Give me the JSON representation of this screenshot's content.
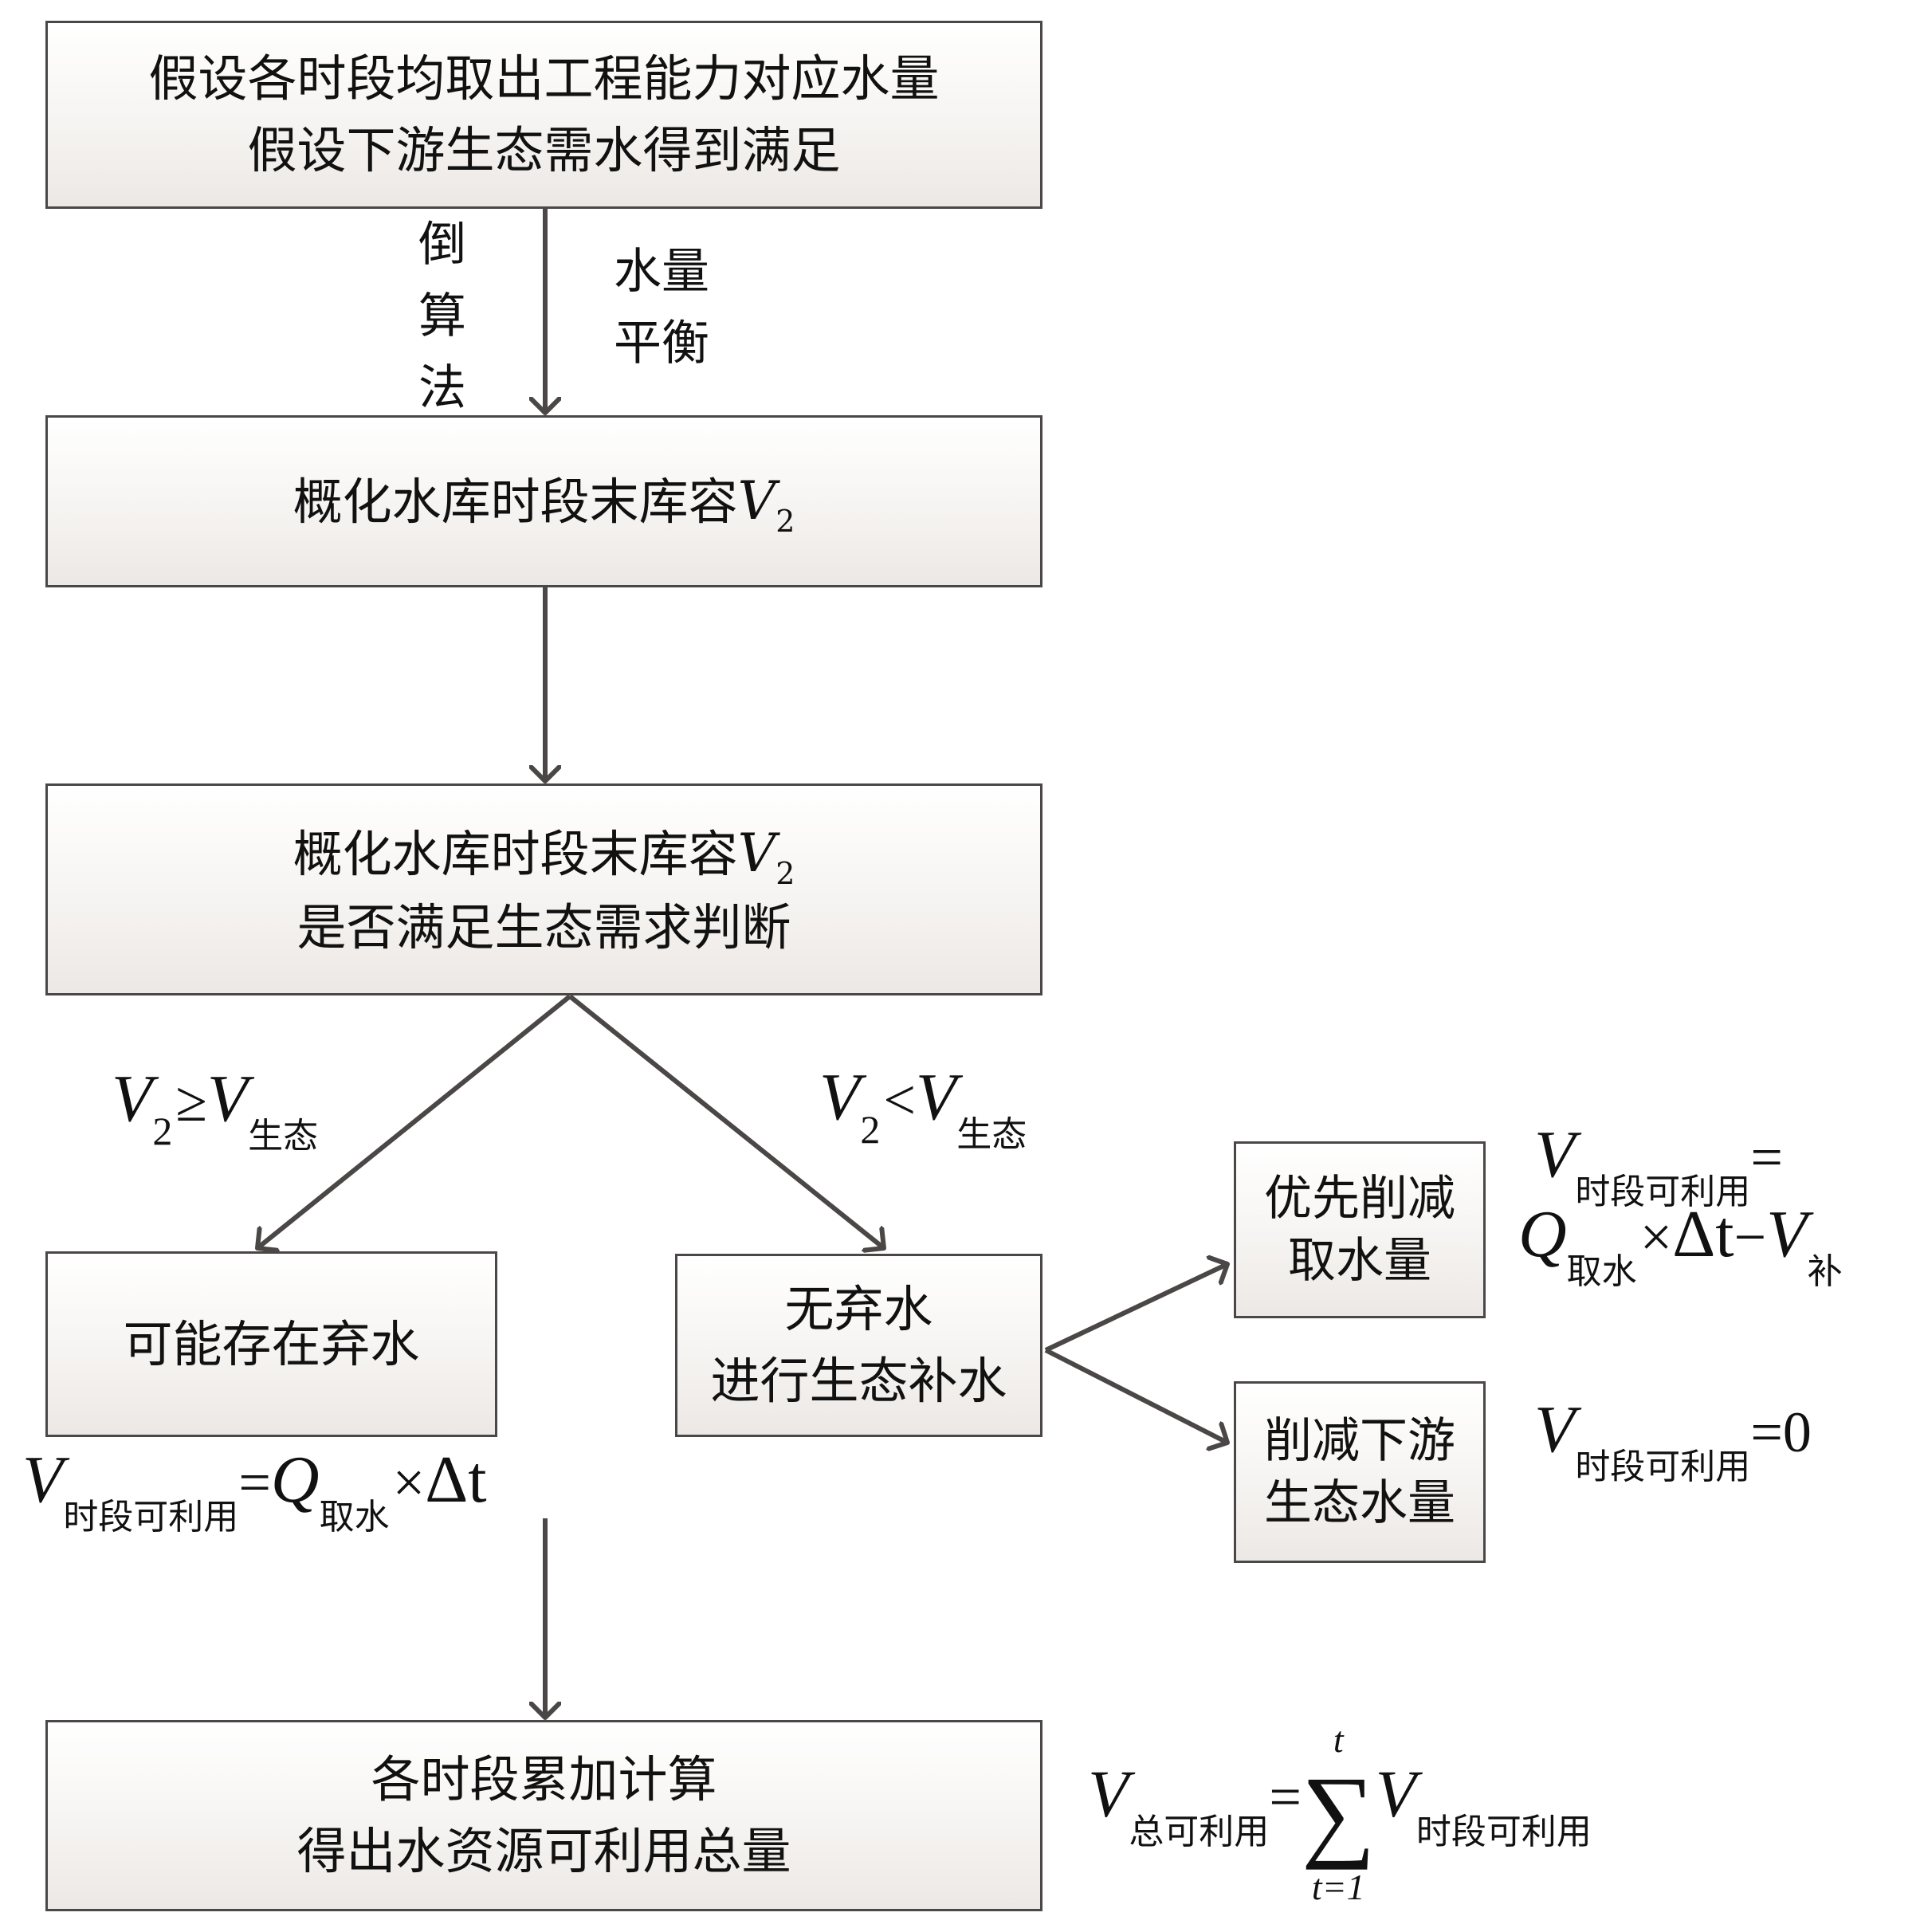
{
  "boxes": {
    "assume": {
      "lines": [
        "假设各时段均取出工程能力对应水量",
        "假设下游生态需水得到满足"
      ]
    },
    "end_storage": {
      "text": "概化水库时段末库容",
      "var": "V",
      "sub": "2"
    },
    "judge": {
      "line1_text": "概化水库时段末库容",
      "line1_var": "V",
      "line1_sub": "2",
      "line2": "是否满足生态需求判断"
    },
    "spill": {
      "text": "可能存在弃水"
    },
    "no_spill": {
      "lines": [
        "无弃水",
        "进行生态补水"
      ]
    },
    "cut_intake": {
      "lines": [
        "优先削减",
        "取水量"
      ]
    },
    "cut_eco": {
      "lines": [
        "削减下游",
        "生态水量"
      ]
    },
    "total": {
      "lines": [
        "各时段累加计算",
        "得出水资源可利用总量"
      ]
    }
  },
  "edge_labels": {
    "method": [
      "倒",
      "算",
      "法"
    ],
    "balance": [
      "水量",
      "平衡"
    ]
  },
  "conditions": {
    "ge": {
      "lhs": "V",
      "lhs_sub": "2",
      "op": "≥",
      "rhs": "V",
      "rhs_sub": "生态"
    },
    "lt": {
      "lhs": "V",
      "lhs_sub": "2",
      "op": "<",
      "rhs": "V",
      "rhs_sub": "生态"
    }
  },
  "formulas": {
    "spill": {
      "v": "V",
      "v_sub": "时段可利用",
      "eq": "=",
      "q": "Q",
      "q_sub": "取水",
      "times": "×",
      "dt": "Δt"
    },
    "cut_intake": {
      "v": "V",
      "v_sub": "时段可利用",
      "eq": "=",
      "q": "Q",
      "q_sub": "取水",
      "times": "×",
      "dt": "Δt",
      "minus": "−",
      "v2": "V",
      "v2_sub": "补"
    },
    "cut_eco": {
      "v": "V",
      "v_sub": "时段可利用",
      "eq": "=0"
    },
    "total": {
      "v": "V",
      "v_sub": "总可利用",
      "eq": "=",
      "sigma": "∑",
      "upper": "t",
      "lower": "t=1",
      "v2": "V",
      "v2_sub": "时段可利用"
    }
  },
  "colors": {
    "line": "#4b4747",
    "box_top": "#ffffff",
    "box_bottom": "#ece8e5"
  }
}
